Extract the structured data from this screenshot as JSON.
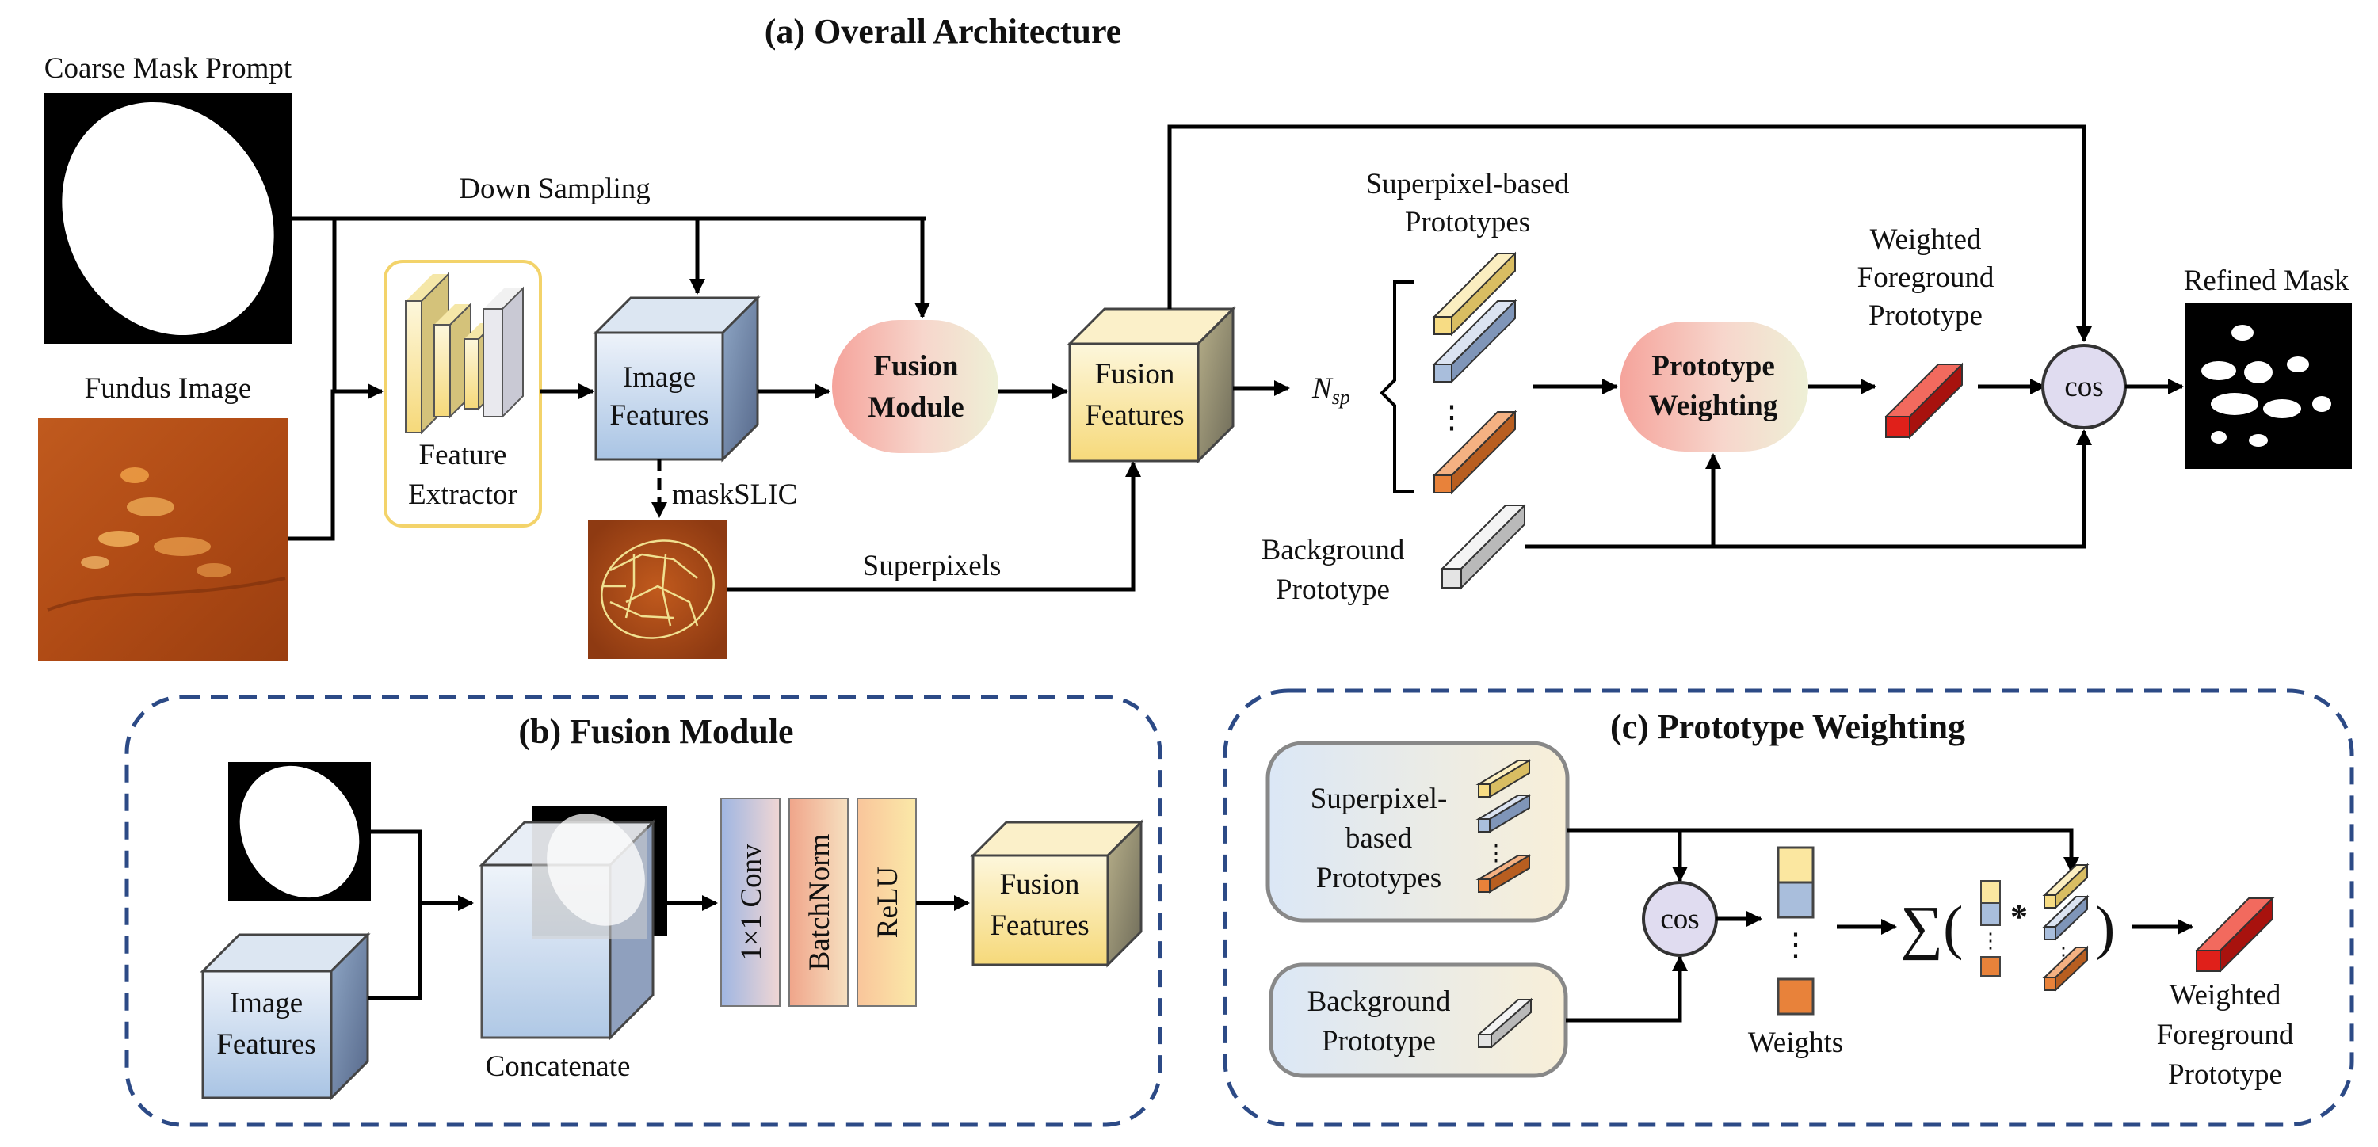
{
  "titles": {
    "overall": "(a) Overall Architecture",
    "fusion_module": "(b) Fusion Module",
    "prototype_weighting": "(c) Prototype Weighting"
  },
  "inputs": {
    "coarse_mask": "Coarse Mask Prompt",
    "fundus_image": "Fundus Image"
  },
  "nodes": {
    "feature_extractor": [
      "Feature",
      "Extractor"
    ],
    "image_features": [
      "Image",
      "Features"
    ],
    "fusion_module": [
      "Fusion",
      "Module"
    ],
    "fusion_features": [
      "Fusion",
      "Features"
    ],
    "superpixel_prototypes": [
      "Superpixel-based",
      "Prototypes"
    ],
    "prototype_weighting": [
      "Prototype",
      "Weighting"
    ],
    "weighted_fg": [
      "Weighted",
      "Foreground",
      "Prototype"
    ],
    "cos": "cos",
    "refined_mask": "Refined Mask",
    "background_prototype": [
      "Background",
      "Prototype"
    ]
  },
  "edges": {
    "down_sampling": "Down Sampling",
    "maskslic": "maskSLIC",
    "superpixels": "Superpixels",
    "nsp": "N",
    "nsp_sub": "sp"
  },
  "fusion_panel": {
    "image_features": [
      "Image",
      "Features"
    ],
    "concatenate": "Concatenate",
    "layers": [
      "1×1 Conv",
      "BatchNorm",
      "ReLU"
    ],
    "fusion_features": [
      "Fusion",
      "Features"
    ]
  },
  "weighting_panel": {
    "superpixel_prototypes": [
      "Superpixel-",
      "based",
      "Prototypes"
    ],
    "background_prototype": [
      "Background",
      "Prototype"
    ],
    "cos": "cos",
    "weights": "Weights",
    "sum": "∑(",
    "times": "*",
    "close": ")",
    "weighted_fg": [
      "Weighted",
      "Foreground",
      "Prototype"
    ]
  },
  "colors": {
    "yellow": "#f5dc8c",
    "blue": "#a9bedc",
    "orange": "#e8823a",
    "pink": "#f2a9a0",
    "cos_fill": "#e0dcf0",
    "red": "#e0201a",
    "panel_border": "#2c4a86"
  }
}
